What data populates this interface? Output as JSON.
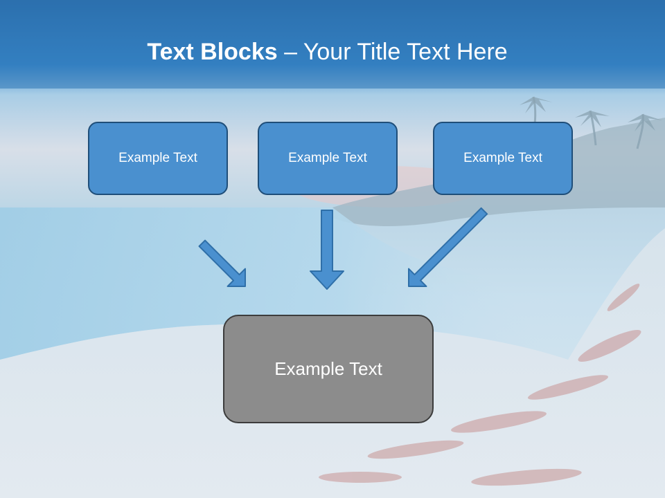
{
  "slide": {
    "title_bold": "Text Blocks",
    "title_dash": " – ",
    "title_rest": "Your Title Text Here",
    "boxes": [
      {
        "label": "Example Text"
      },
      {
        "label": "Example Text"
      },
      {
        "label": "Example Text"
      }
    ],
    "result_box": {
      "label": "Example Text"
    }
  },
  "colors": {
    "box_fill": "#4a90cf",
    "box_border": "#1f4e79",
    "result_fill": "#8c8c8c",
    "title_bar": "#2e74b5"
  },
  "icons": [
    "arrow-down-right-icon",
    "arrow-down-icon",
    "arrow-down-left-icon"
  ]
}
